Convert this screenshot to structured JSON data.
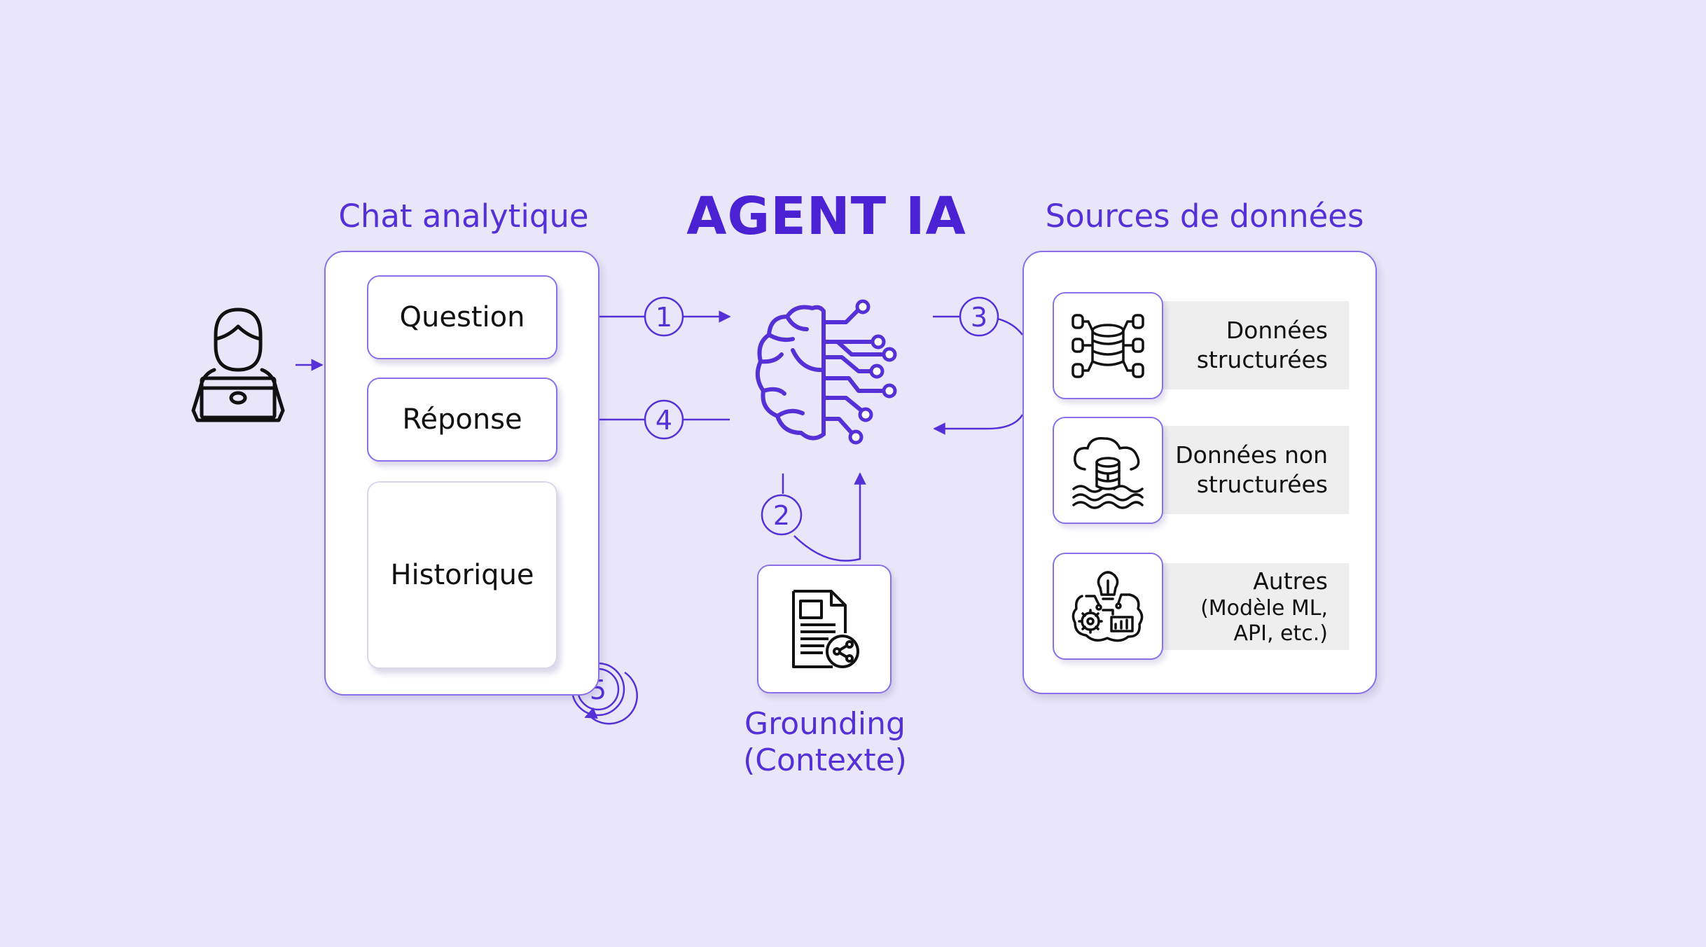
{
  "title": "AGENT IA",
  "chat": {
    "heading": "Chat analytique",
    "question": "Question",
    "reponse": "Réponse",
    "historique": "Historique"
  },
  "sources": {
    "heading": "Sources de données",
    "items": [
      {
        "line1": "Données",
        "line2": "structurées",
        "icon": "database-network-icon"
      },
      {
        "line1": "Données non",
        "line2": "structurées",
        "icon": "data-lake-icon"
      },
      {
        "line1": "Autres",
        "line2": "(Modèle ML,",
        "line3": "API, etc.)",
        "icon": "ml-gears-icon"
      }
    ]
  },
  "grounding": {
    "line1": "Grounding",
    "line2": "(Contexte)"
  },
  "steps": [
    "1",
    "2",
    "3",
    "4",
    "5"
  ],
  "colors": {
    "accent": "#5430d6",
    "background": "#e8e6f8",
    "border": "#8a6fe8"
  }
}
